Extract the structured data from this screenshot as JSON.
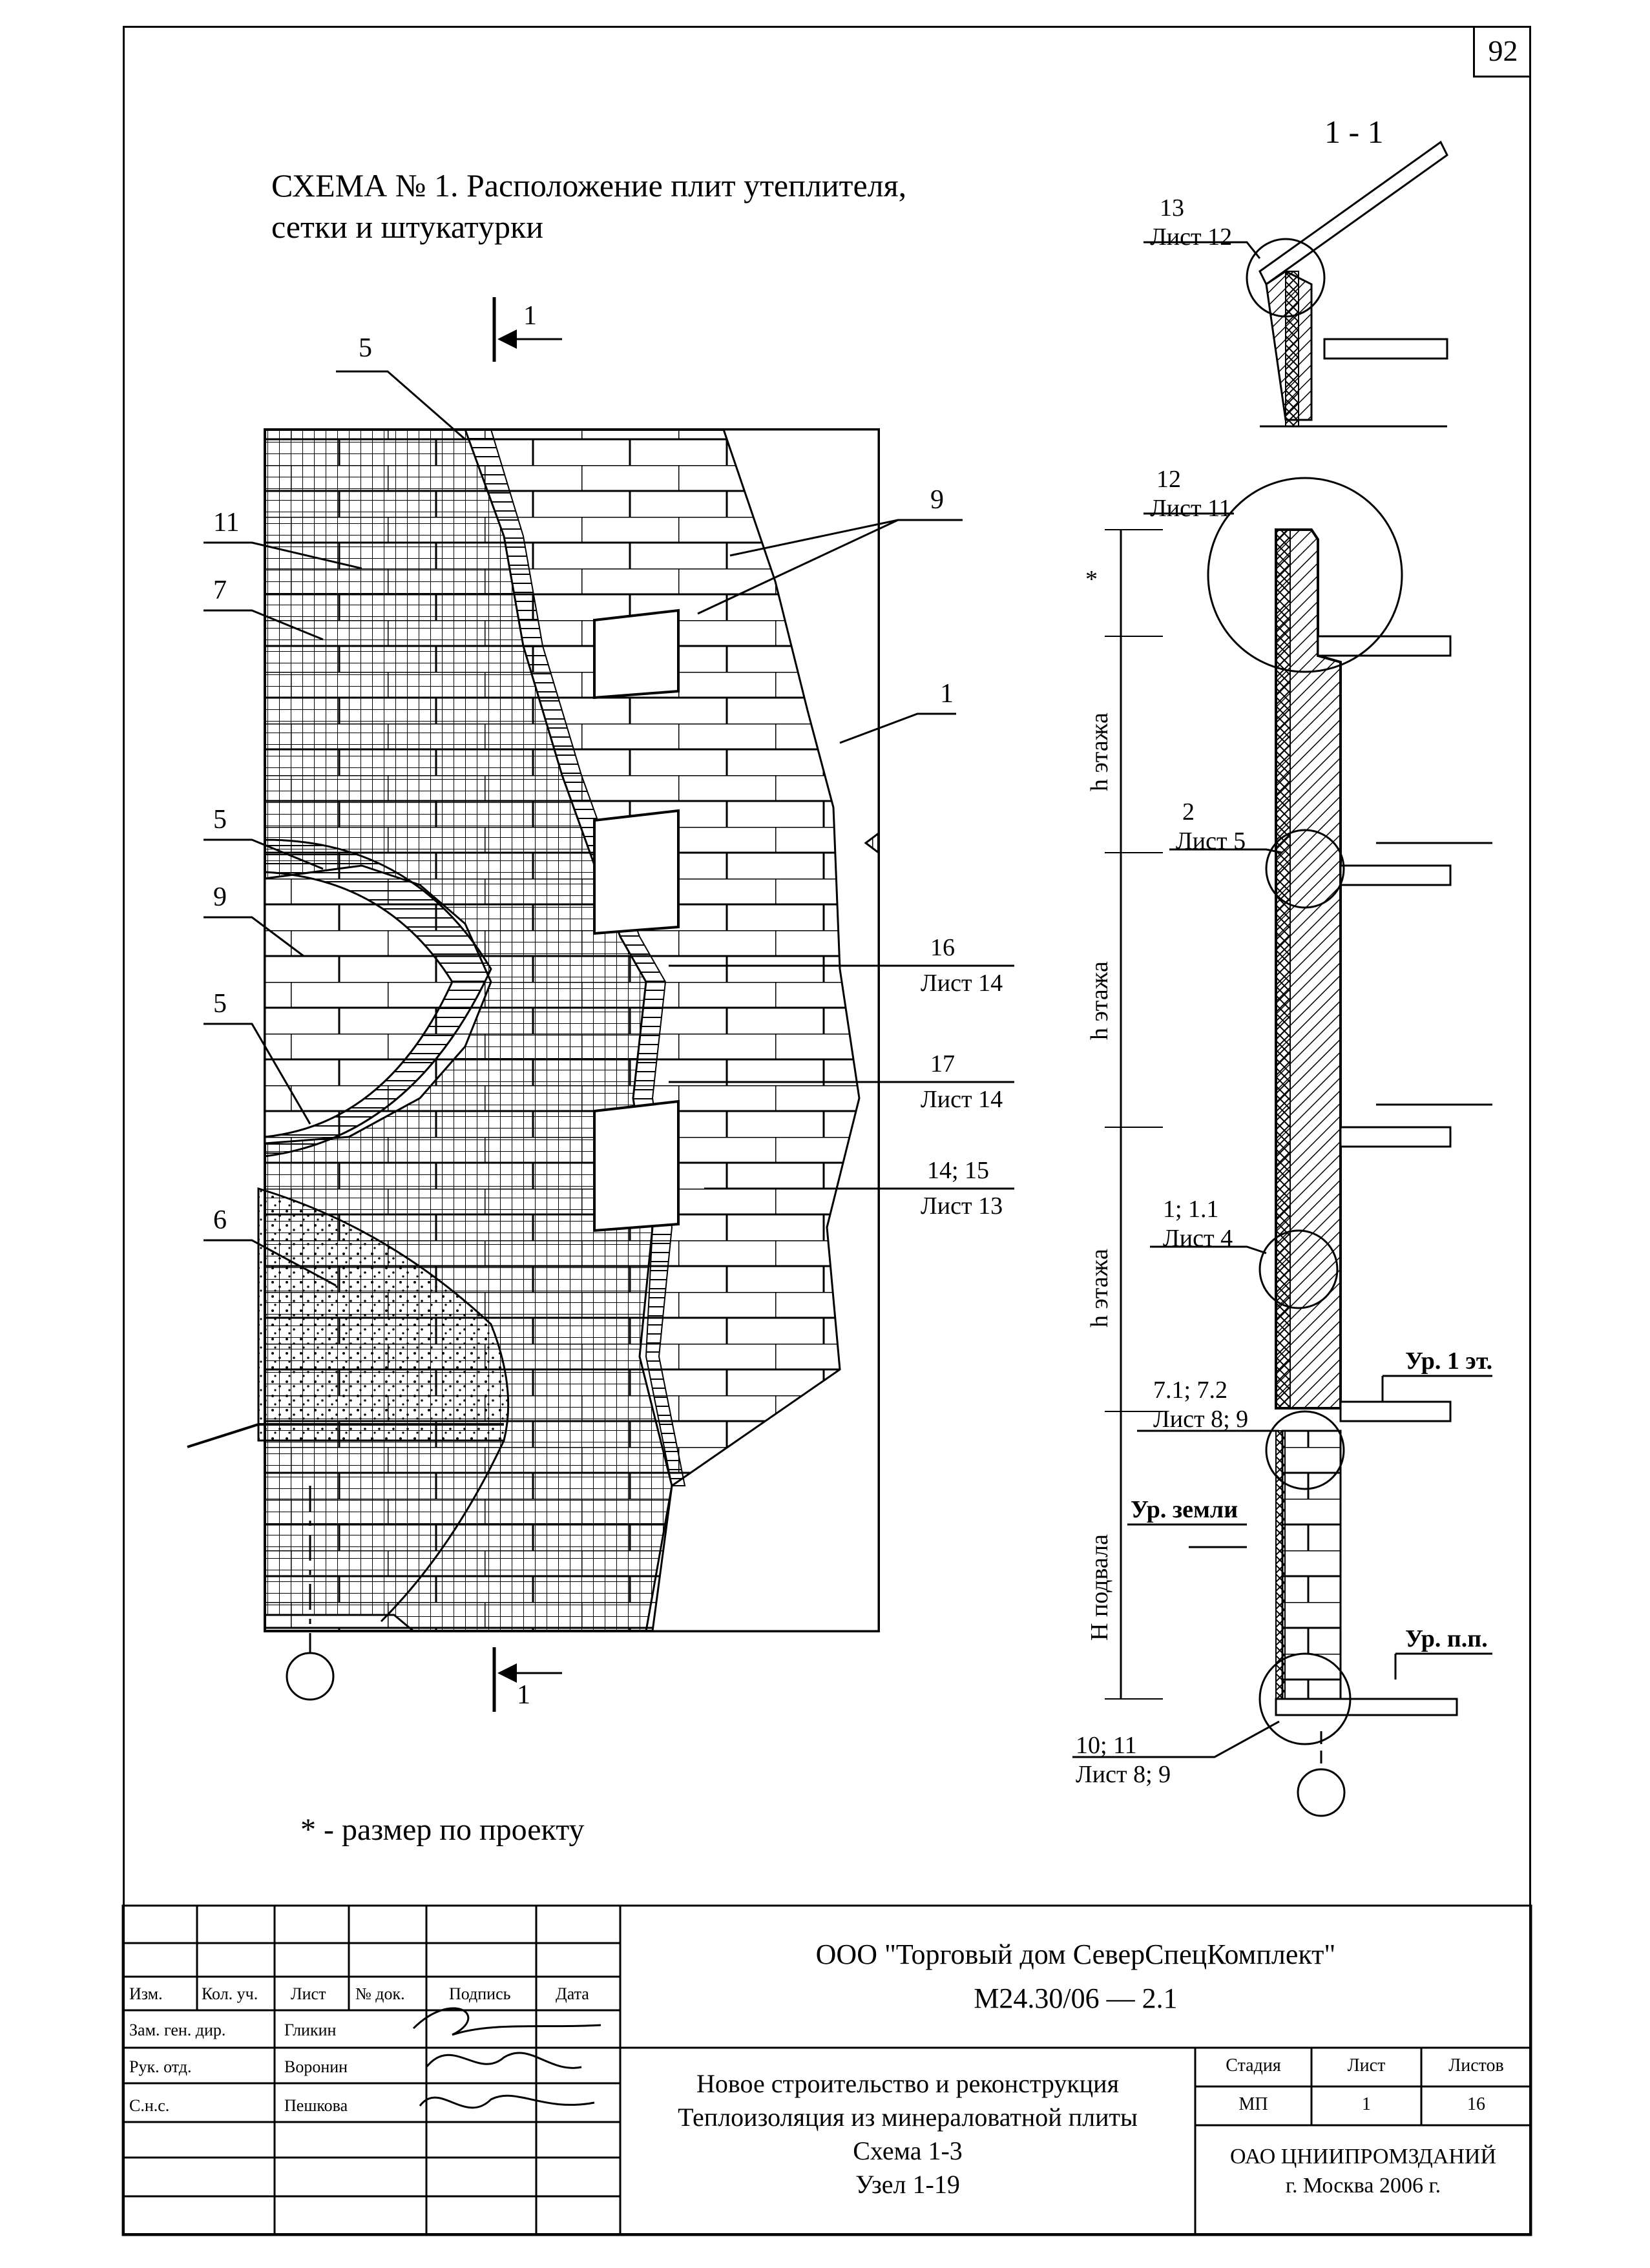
{
  "page_number": "92",
  "title_line1": "СХЕМА № 1. Расположение плит утеплителя,",
  "title_line2": "сетки и штукатурки",
  "section_label": "1 - 1",
  "section_marker": "1",
  "elevation_labels": {
    "l5a": "5",
    "l11": "11",
    "l7": "7",
    "l5b": "5",
    "l9a": "9",
    "l5c": "5",
    "l6": "6",
    "l9b": "9",
    "l1": "1"
  },
  "callouts": [
    {
      "num": "16",
      "sheet": "Лист 14"
    },
    {
      "num": "17",
      "sheet": "Лист 14"
    },
    {
      "num": "14; 15",
      "sheet": "Лист 13"
    }
  ],
  "section_callouts": [
    {
      "num": "13",
      "sheet": "Лист 12"
    },
    {
      "num": "12",
      "sheet": "Лист 11"
    },
    {
      "num": "2",
      "sheet": "Лист 5"
    },
    {
      "num": "1; 1.1",
      "sheet": "Лист 4"
    },
    {
      "num": "7.1; 7.2",
      "sheet": "Лист 8; 9"
    },
    {
      "num": "10; 11",
      "sheet": "Лист 8; 9"
    }
  ],
  "dimension_labels": {
    "star": "*",
    "h1": "h этажа",
    "h2": "h этажа",
    "h3": "h этажа",
    "basement": "H подвала"
  },
  "level_labels": {
    "floor1": "Ур. 1 эт.",
    "ground": "Ур. земли",
    "floor_bottom": "Ур. п.п."
  },
  "note": "* - размер по проекту",
  "title_block": {
    "headers": [
      "Изм.",
      "Кол. уч.",
      "Лист",
      "№ док.",
      "Подпись",
      "Дата"
    ],
    "rows": [
      {
        "role": "Зам. ген. дир.",
        "name": "Гликин"
      },
      {
        "role": "Рук. отд.",
        "name": "Воронин"
      },
      {
        "role": "С.н.с.",
        "name": "Пешкова"
      }
    ],
    "company": "ООО \"Торговый дом СеверСпецКомплект\"",
    "code": "М24.30/06  —  2.1",
    "description_line1": "Новое строительство и реконструкция",
    "description_line2": "Теплоизоляция из минераловатной плиты",
    "description_line3": "Схема 1-3",
    "description_line4": "Узел 1-19",
    "stage_header": "Стадия",
    "sheet_header": "Лист",
    "sheets_header": "Листов",
    "stage": "МП",
    "sheet": "1",
    "sheets": "16",
    "org_line1": "ОАО ЦНИИПРОМЗДАНИЙ",
    "org_line2": "г. Москва 2006 г."
  }
}
